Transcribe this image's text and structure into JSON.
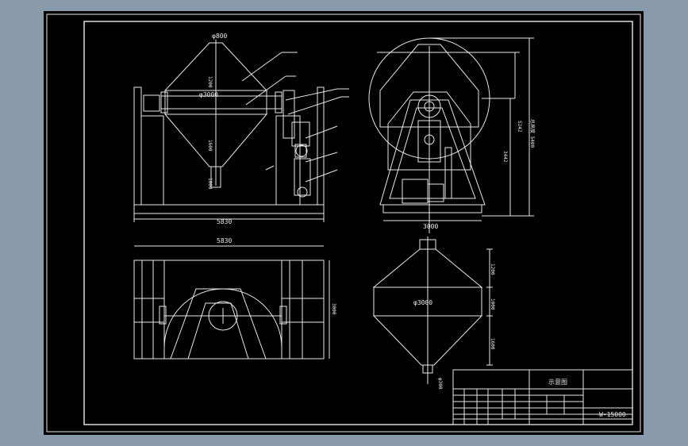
{
  "colors": {
    "background": "#000000",
    "stroke": "#e8e8e8",
    "outer": "#8a9aad"
  },
  "dimensions": {
    "front_width": "5830",
    "top_width": "5830",
    "top_depth": "3000",
    "side_width": "3000",
    "side_h1": "5242",
    "side_h2": "3442",
    "side_total": "总高度 5400",
    "dia_top": "φ800",
    "dia_body": "φ3000",
    "dia_body2": "φ3000",
    "vert_1200": "1200",
    "vert_1600": "1600",
    "vert_1000": "1000",
    "cone_1200": "1200",
    "cone_1000": "1000",
    "cone_1600": "1600",
    "dia_bottom": "φ300"
  },
  "title_block": {
    "drawing_title": "示意图",
    "drawing_number": "W-15000"
  }
}
